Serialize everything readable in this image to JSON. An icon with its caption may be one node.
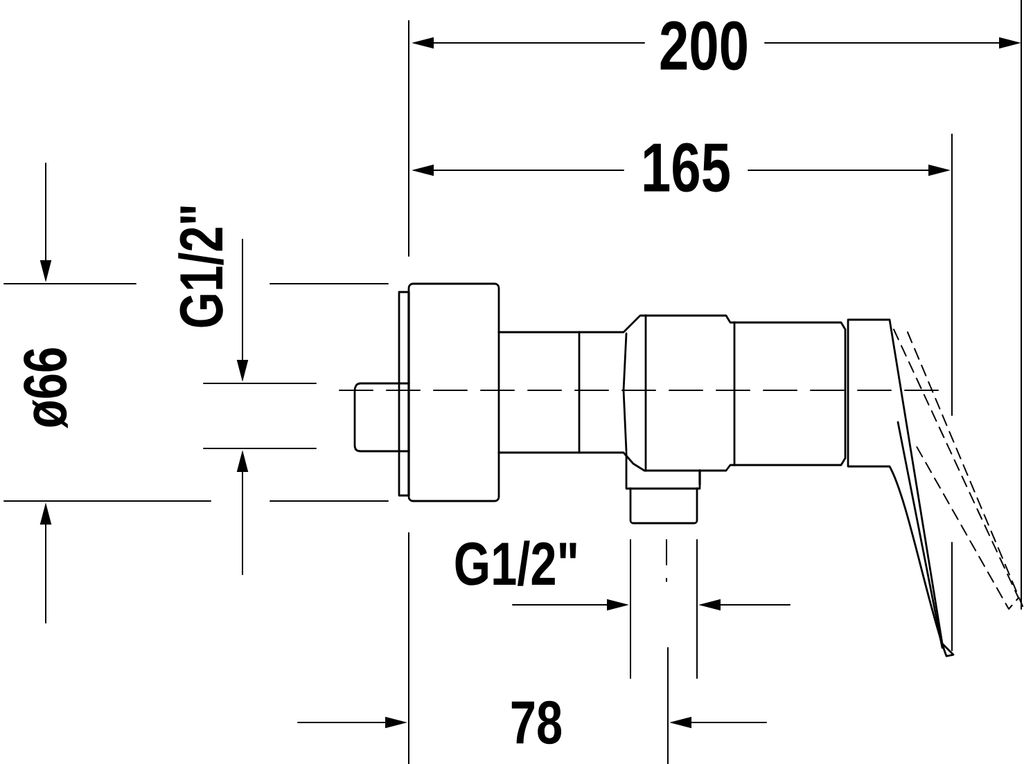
{
  "diagram": {
    "labels": [
      "200",
      "165",
      "G1/2\"",
      "ø66",
      "G1/2\"",
      "78"
    ]
  }
}
